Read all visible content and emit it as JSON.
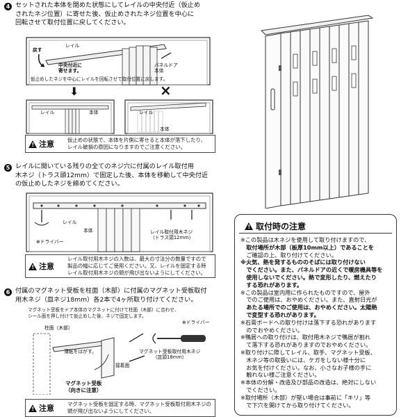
{
  "step4": {
    "num": "4",
    "text": "セットされた本体を閉めた状態にしてレイルの中央付近（仮止め\nされたネジ位置）に寄せた後、仮止めされたネジ位置を中心に\n回転させて取付位置に戻してください。",
    "label_modosu": "戻す",
    "label_rail": "レイル",
    "label_center": "中央付近に\n寄せます。",
    "label_panel": "パネルドア\n本体",
    "rotate_note": "仮止めしたネジを中心にレイルを回転させて取付位置に戻します。",
    "good_rail": "レイル",
    "good_body": "本体",
    "bad_rail": "レイル",
    "bad_body": "本体",
    "bad_mark": "×",
    "caution_label": "注意",
    "caution_text": "仮止めの状態で、本体を片側に寄せると本体が落下したり、\nレイル破損の原因になりますのでご注意ください。"
  },
  "step5": {
    "num": "5",
    "text": "レイルに開いている残りの全てのネジ穴に付属のレイル取付用\n木ネジ（トラス頭12mm）で固定した後、本体を移動して中央付近\nの仮止めしたネジを締めてください。",
    "label_rail": "レイル",
    "label_body": "本体",
    "label_screw": "レイル取付用木ネジ\n（トラス頭12mm）",
    "label_driver": "⊕ドライバー",
    "caution_label": "注意",
    "caution_text": "レイル取付用木ネジの入数は、最大の寸法分の数量ですので\n製品の幅に応じてご使用ください。又、レイルを固定する時\nレイル取付用木ネジの頭が飛び出ないようにしてください。"
  },
  "step6": {
    "num": "6",
    "text": "付属のマグネット受板を柱面（木部）に付属のマグネット受板取付\n用木ネジ（皿ネジ18mm）各2本で4ヶ所取り付けてください。",
    "sub_text": "マグネット受板をドア本体のマグネットに付けて柱面（木部）に合わせ、\nシール面を押し付けて仮止めした後、ネジで固定します。",
    "label_pillar": "柱面（木部）",
    "label_peel": "薄紙をはがす。",
    "label_adhesive": "接着面",
    "label_plate_title": "マグネット受板",
    "label_plate_sub": "（向きに注意）",
    "label_screw": "マグネット受板取付用木ネジ\n（皿頭18mm）",
    "label_driver": "⊕ドライバー",
    "caution_label": "注意",
    "caution_text": "マグネット受板を固定する時、マグネット受板取付用木ネジの\n頭が飛び出ないようにしてください。"
  },
  "notes": {
    "title": "取付時の注意",
    "lines": [
      {
        "t": "※この製品は木ネジを使用して取り付けますので、",
        "b": false
      },
      {
        "t": "　取付場所が木部（板厚10mm以上）であることを",
        "b": true
      },
      {
        "t": "　ご確認の上、取り付けてください。",
        "b": false
      },
      {
        "t": "※火気、熱を発するもののそばには取り付けない",
        "b": true
      },
      {
        "t": "　でください。また、パネルドアの近くで暖房機具等を",
        "b": true
      },
      {
        "t": "　使用しないでください。熱で変形したり、燃えたり",
        "b": true
      },
      {
        "t": "　する恐れがあります。",
        "b": true
      },
      {
        "t": "※この製品は室内用に作られたものですので、屋外",
        "b": false
      },
      {
        "t": "　でのご使用は、おやめください。また、直射日光が",
        "b": false
      },
      {
        "t": "　あたる場所でのご使用は、おやめください。太陽熱",
        "b": true
      },
      {
        "t": "　で変型する恐れがあります。",
        "b": true
      },
      {
        "t": "※石膏ボードへの取り付けは落下する恐れがあります",
        "b": false
      },
      {
        "t": "　のでおやめください。",
        "b": false
      },
      {
        "t": "※鴨居への取り付けは、取付用木ネジで鴨居が割れ",
        "b": false
      },
      {
        "t": "　て落下する恐れがありますのでおやめください。",
        "b": false
      },
      {
        "t": "※取り付けに際してレイル、取手、マグネット受板、",
        "b": false
      },
      {
        "t": "　木ネジ等の取扱いには、ケガをしない様十分に",
        "b": false
      },
      {
        "t": "　お気を付けください。なお、小さなお子様の手に",
        "b": false
      },
      {
        "t": "　触れない様ご注意ください。",
        "b": false
      },
      {
        "t": "※本体の分解・改造及び部品の改造は、絶対にしない",
        "b": false
      },
      {
        "t": "　でください。",
        "b": false
      },
      {
        "t": "※取付場所（木部）が堅い場合は事前に「キリ」等",
        "b": false
      },
      {
        "t": "　で下穴を開けてから取り付けてください。",
        "b": false
      }
    ]
  }
}
